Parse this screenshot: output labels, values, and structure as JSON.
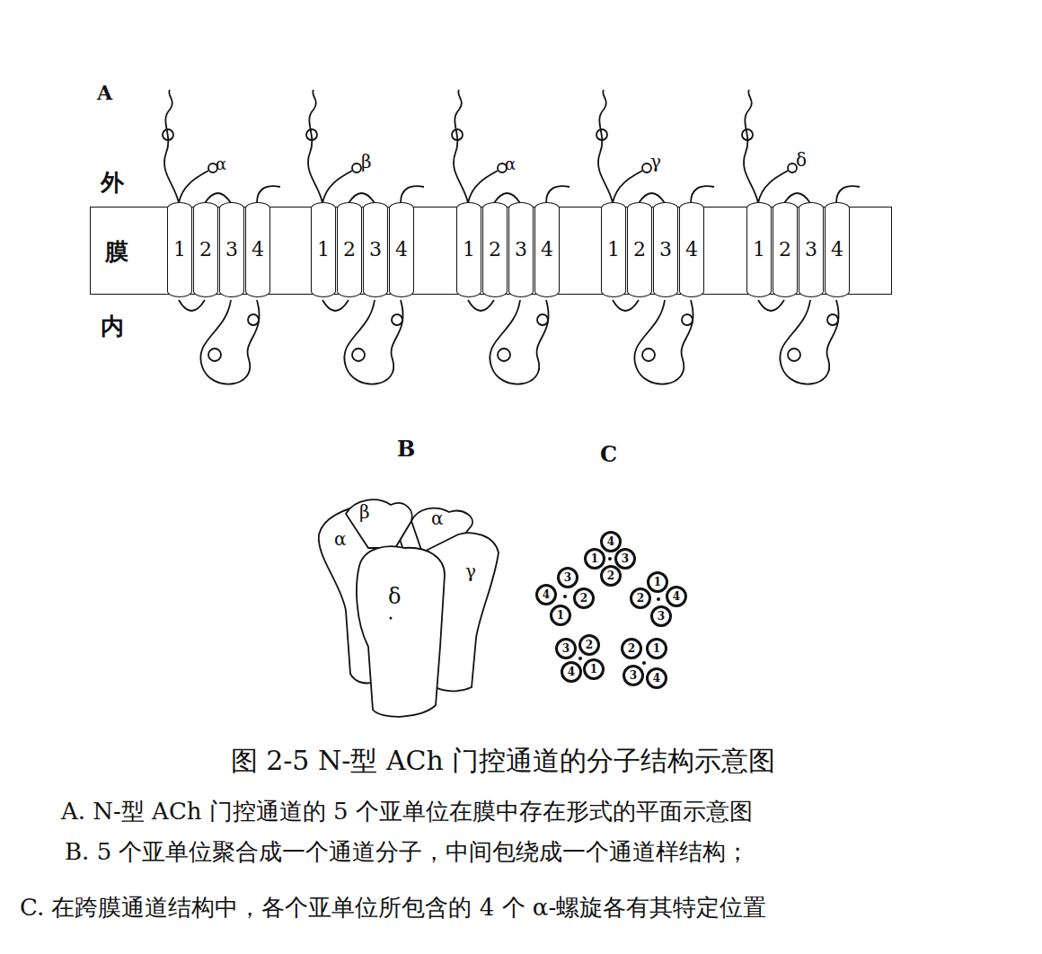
{
  "diagram": {
    "caption": "图 2-5 N-型 ACh 门控通道的分子结构示意图",
    "nodes": [
      {
        "text": [
          "膜"
        ]
      },
      {
        "text": [
          "1"
        ],
        "in": 0
      },
      {
        "text": [
          "2"
        ],
        "in": 0
      },
      {
        "text": [
          "3"
        ],
        "in": 0
      },
      {
        "text": [
          "4"
        ],
        "in": 0
      },
      {
        "text": [
          "1"
        ],
        "in": 0
      },
      {
        "text": [
          "2"
        ],
        "in": 0
      },
      {
        "text": [
          "3"
        ],
        "in": 0
      },
      {
        "text": [
          "4"
        ],
        "in": 0
      },
      {
        "text": [
          "1"
        ],
        "in": 0
      },
      {
        "text": [
          "2"
        ],
        "in": 0
      },
      {
        "text": [
          "3"
        ],
        "in": 0
      },
      {
        "text": [
          "4"
        ],
        "in": 0
      },
      {
        "text": [
          "1"
        ],
        "in": 0
      },
      {
        "text": [
          "2"
        ],
        "in": 0
      },
      {
        "text": [
          "3"
        ],
        "in": 0
      },
      {
        "text": [
          "4"
        ],
        "in": 0
      },
      {
        "text": [
          "1"
        ],
        "in": 0
      },
      {
        "text": [
          "2"
        ],
        "in": 0
      },
      {
        "text": [
          "3"
        ],
        "in": 0
      },
      {
        "text": [
          "4"
        ],
        "in": 0
      },
      {
        "text": [
          "α"
        ]
      },
      {
        "text": [
          "β"
        ]
      },
      {
        "text": [
          "α"
        ]
      },
      {
        "text": [
          "γ"
        ]
      },
      {
        "text": [
          "δ"
        ]
      },
      {
        "text": [
          "4"
        ]
      },
      {
        "text": [
          "1"
        ]
      },
      {
        "text": [
          "3"
        ]
      },
      {
        "text": [
          "2"
        ]
      },
      {
        "text": [
          "3"
        ]
      },
      {
        "text": [
          "4"
        ]
      },
      {
        "text": [
          "2"
        ]
      },
      {
        "text": [
          "1"
        ]
      },
      {
        "text": [
          "1"
        ]
      },
      {
        "text": [
          "2"
        ]
      },
      {
        "text": [
          "4"
        ]
      },
      {
        "text": [
          "3"
        ]
      },
      {
        "text": [
          "3"
        ]
      },
      {
        "text": [
          "2"
        ]
      },
      {
        "text": [
          "4"
        ]
      },
      {
        "text": [
          "1"
        ]
      },
      {
        "text": [
          "2"
        ]
      },
      {
        "text": [
          "1"
        ]
      },
      {
        "text": [
          "3"
        ]
      },
      {
        "text": [
          "4"
        ]
      }
    ],
    "labels": [
      "A",
      "外",
      "内",
      "α",
      "β",
      "α",
      "γ",
      "δ",
      "B",
      "C",
      "A. N-型 ACh 门控通道的 5 个亚单位在膜中存在形式的平面示意图",
      "B. 5 个亚单位聚合成一个通道分子，中间包绕成一个通道样结构；",
      "C. 在跨膜通道结构中，各个亚单位所包含的 4 个 α-螺旋各有其特定位置"
    ]
  }
}
